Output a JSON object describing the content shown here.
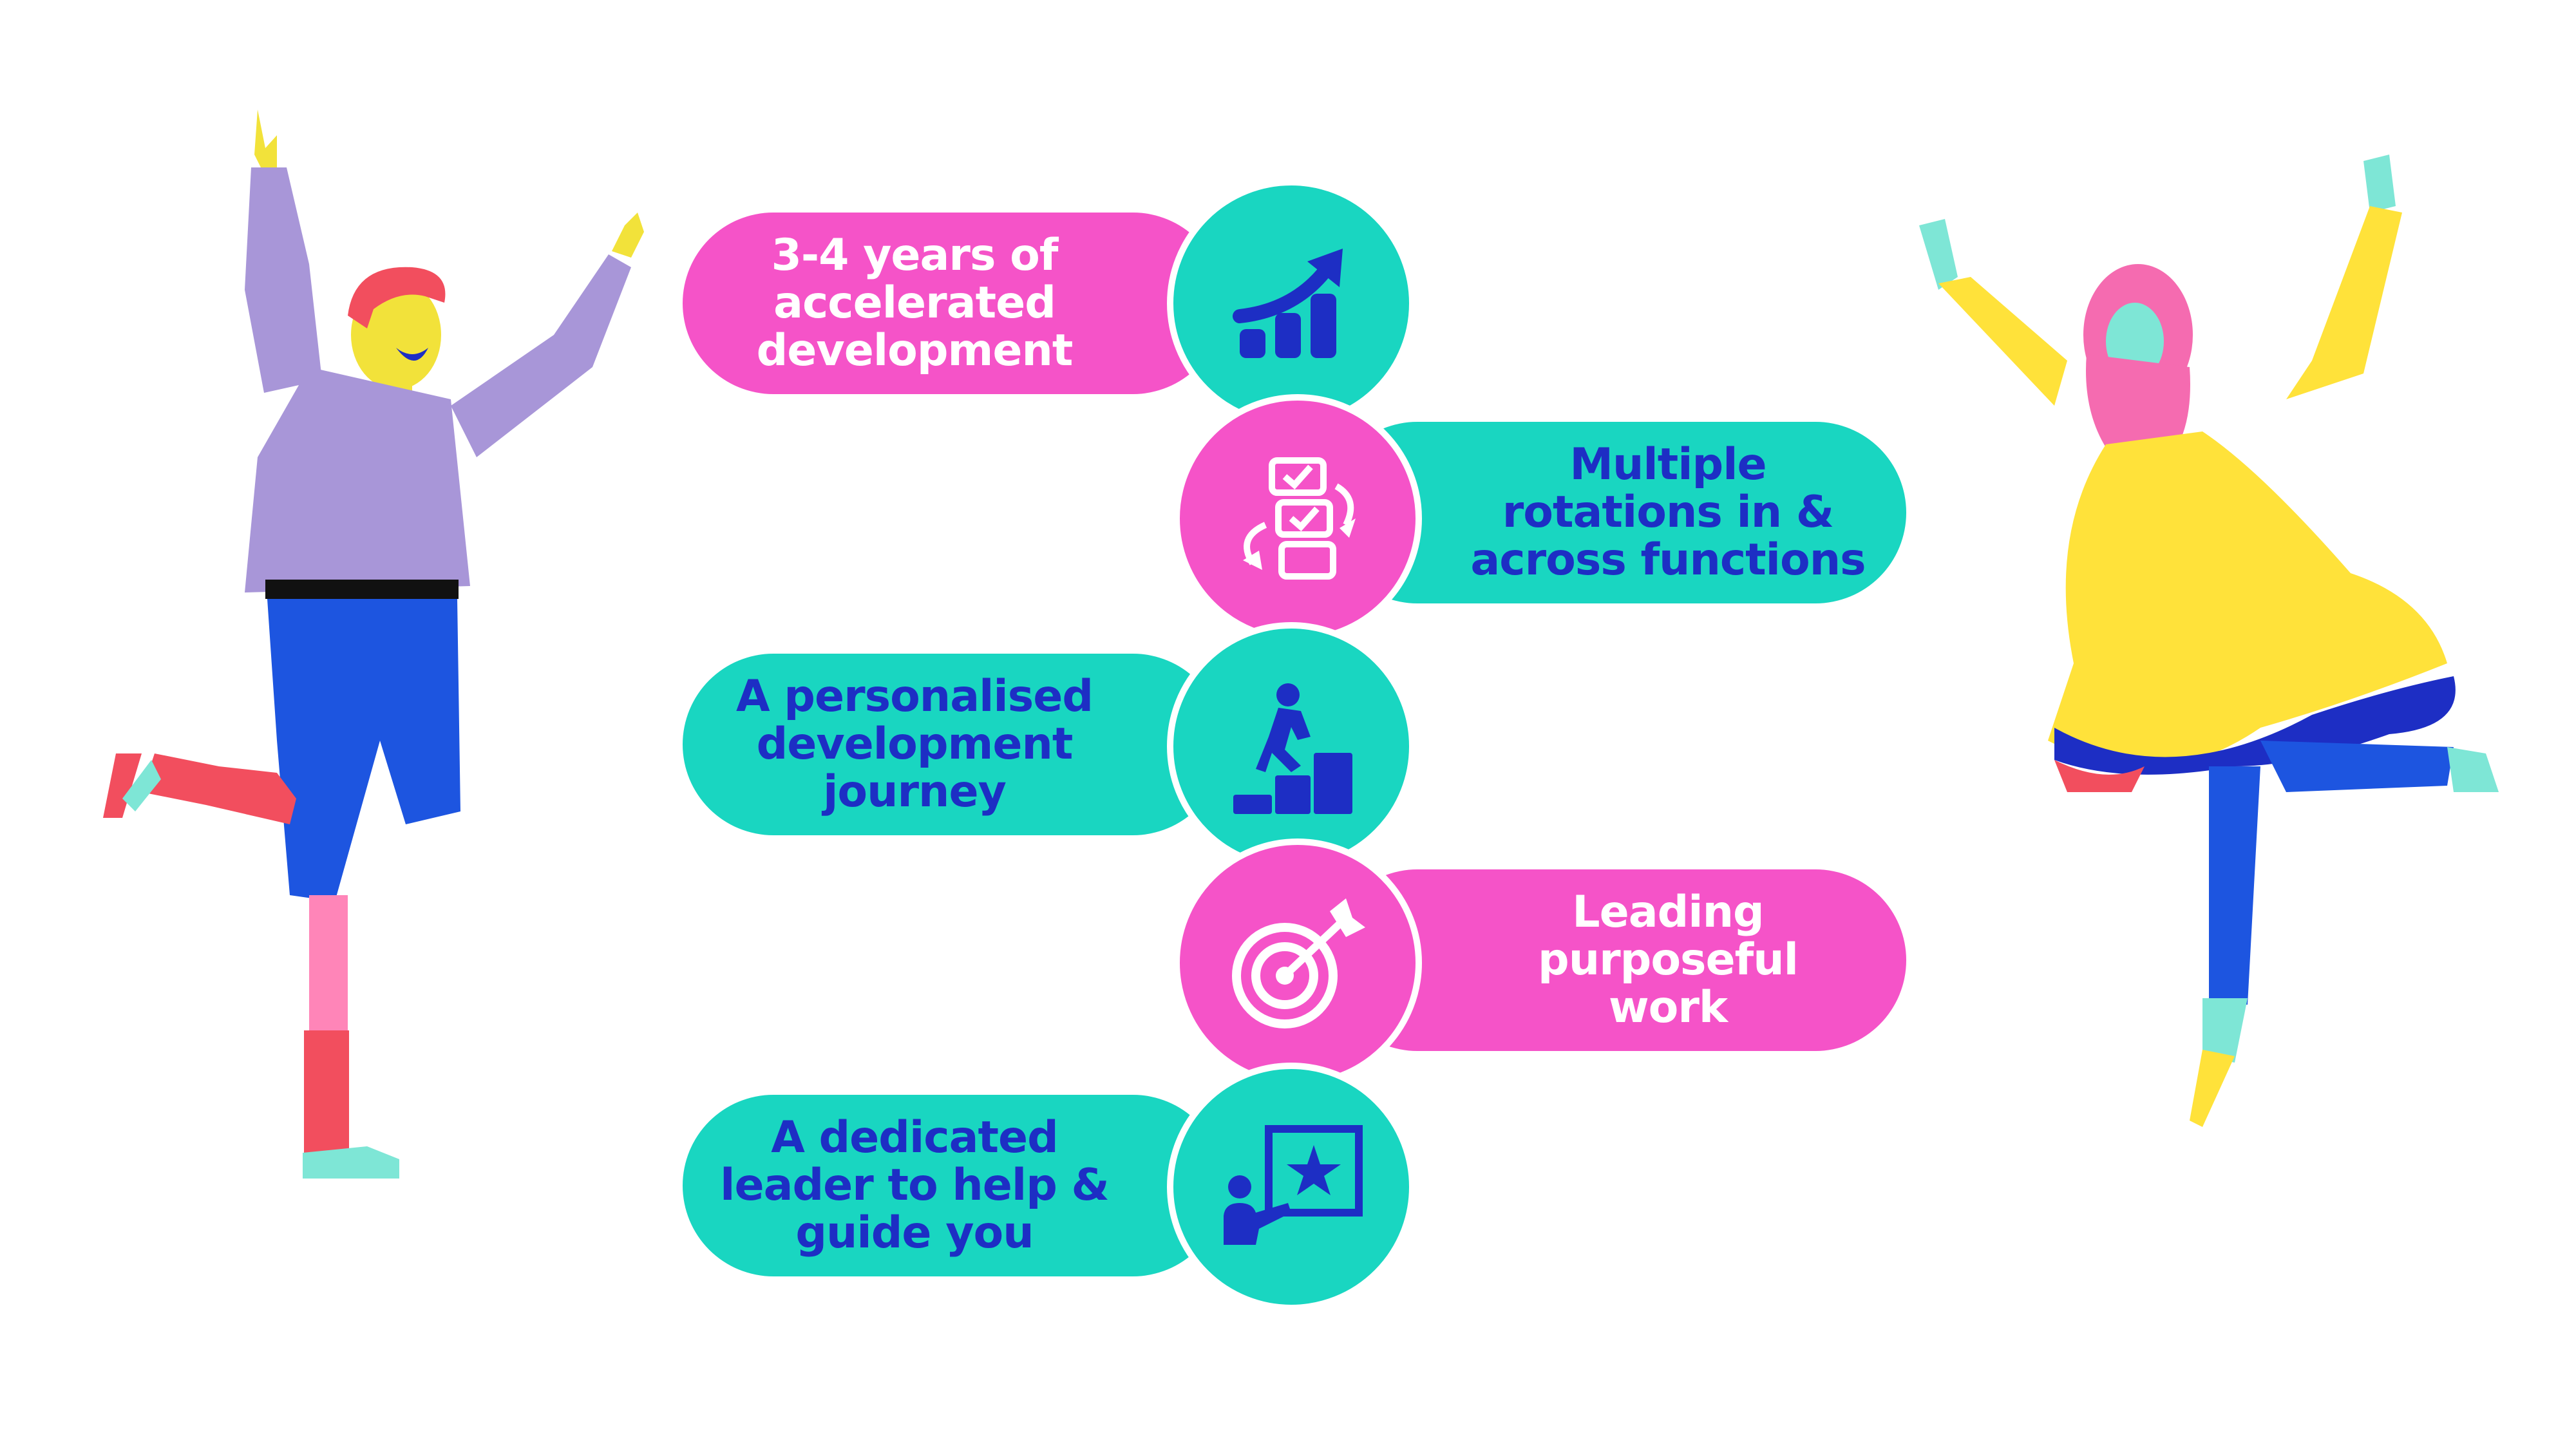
{
  "colors": {
    "magenta": "#f553c8",
    "teal": "#19d6c1",
    "blue_text": "#1d2ec4",
    "white_text": "#ffffff"
  },
  "items": [
    {
      "lines": [
        "3-4 years of",
        "accelerated",
        "development"
      ],
      "color": "magenta",
      "icon": "growth-chart-icon"
    },
    {
      "lines": [
        "Multiple",
        "rotations in &",
        "across functions"
      ],
      "color": "teal",
      "icon": "rotation-checklist-icon"
    },
    {
      "lines": [
        "A personalised",
        "development",
        "journey"
      ],
      "color": "teal",
      "icon": "climbing-steps-icon"
    },
    {
      "lines": [
        "Leading",
        "purposeful",
        "work"
      ],
      "color": "magenta",
      "icon": "target-arrow-icon"
    },
    {
      "lines": [
        "A dedicated",
        "leader to help &",
        "guide you"
      ],
      "color": "teal",
      "icon": "presenter-board-icon"
    }
  ],
  "illustrations": [
    "man-celebrating-illustration",
    "woman-hijab-celebrating-illustration"
  ]
}
